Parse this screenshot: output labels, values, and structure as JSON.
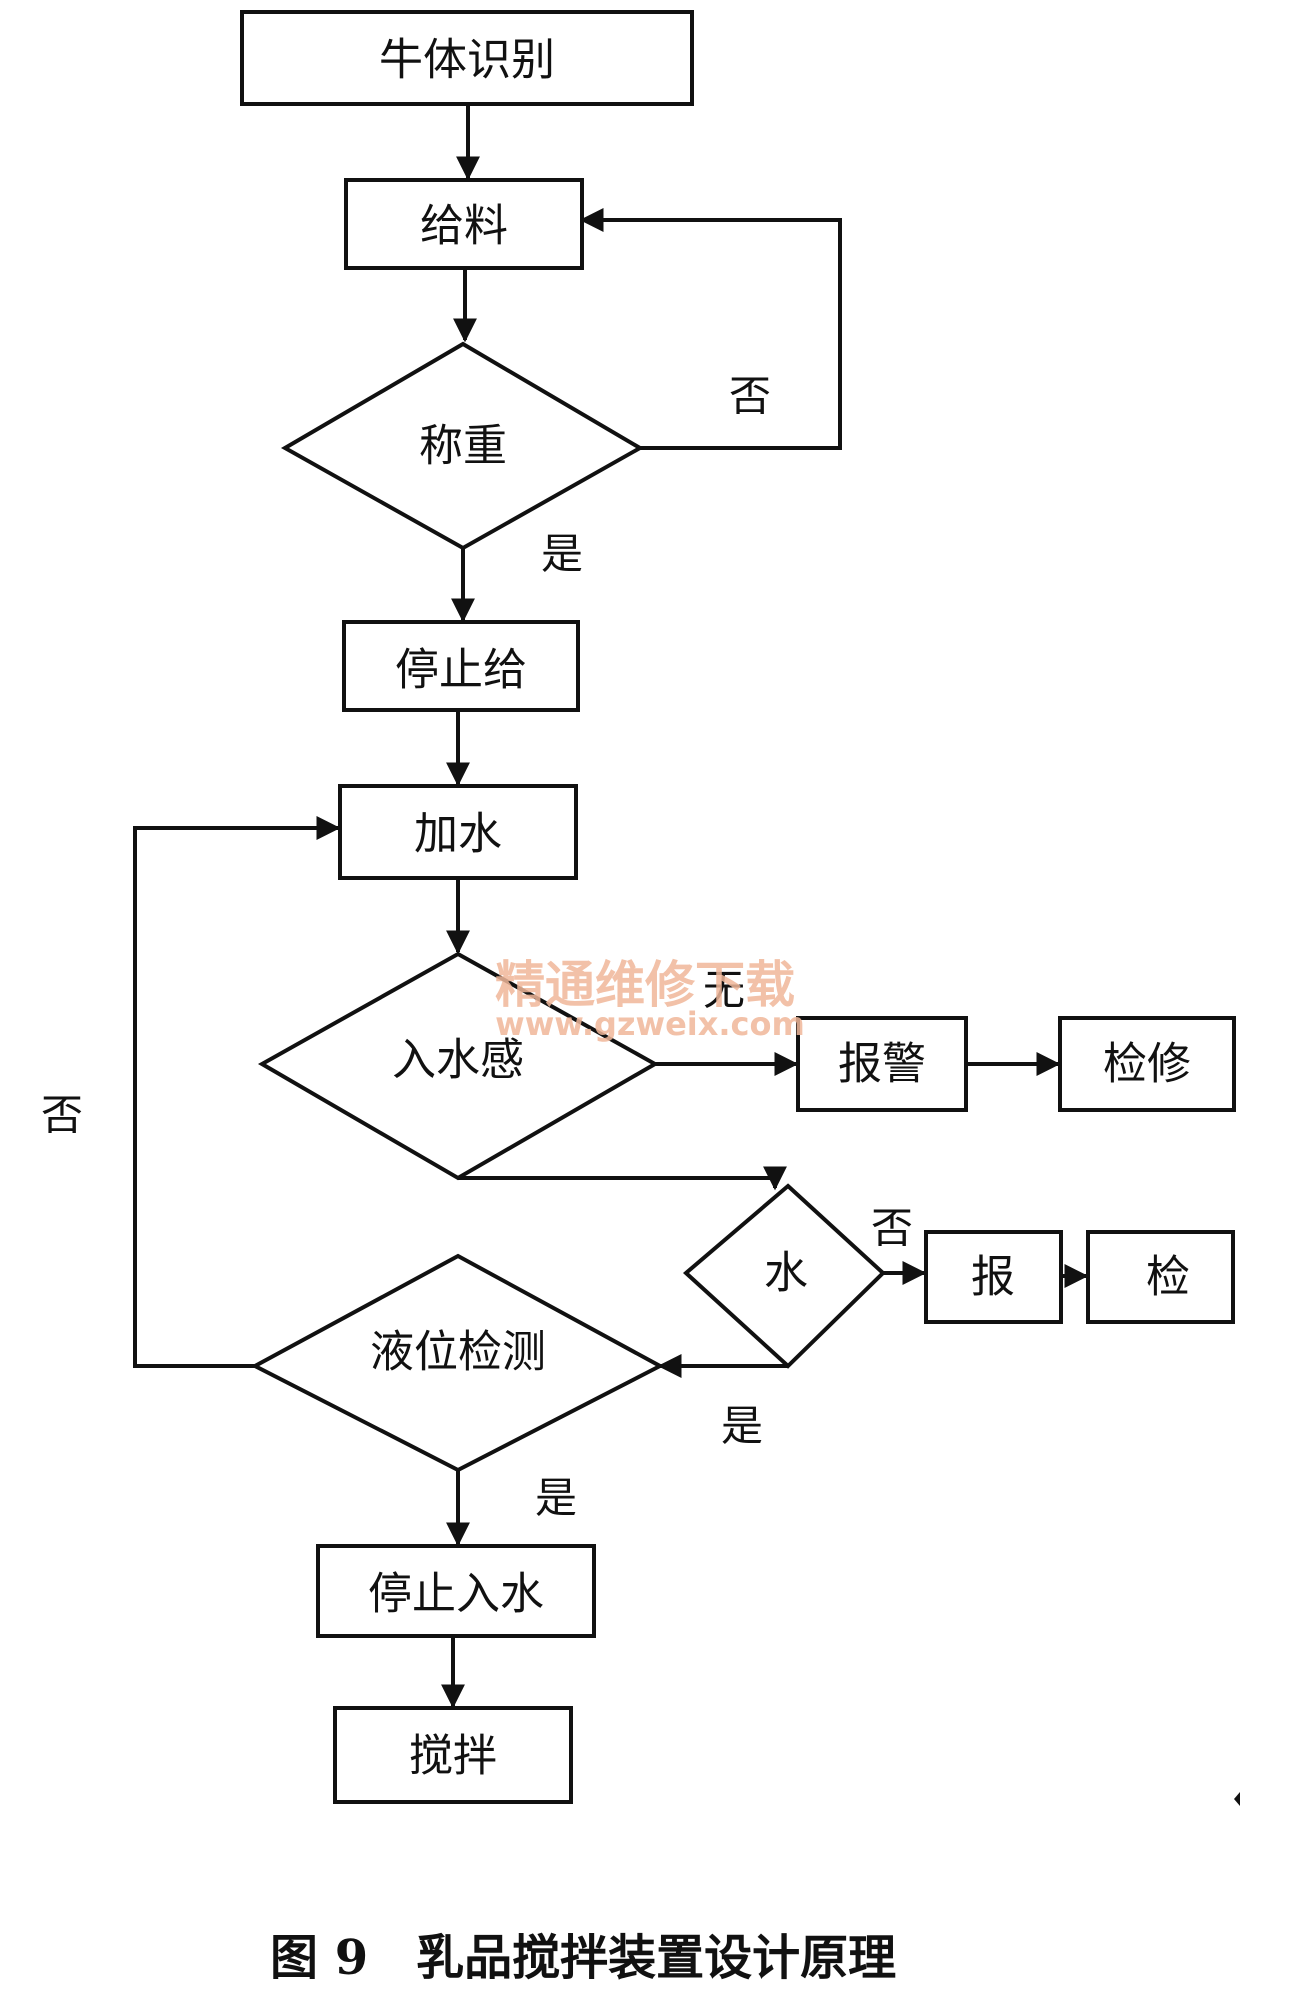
{
  "nodes": {
    "cow_identify": "牛体识别",
    "feed": "给料",
    "weigh": "称重",
    "stop_feed": "停止给",
    "add_water": "加水",
    "water_sense": "入水感",
    "alarm": "报警",
    "repair": "检修",
    "water_check": "水",
    "alarm2": "报",
    "repair2": "检",
    "level_detect": "液位检测",
    "stop_water": "停止入水",
    "stir": "搅拌"
  },
  "edges": {
    "weigh_no": "否",
    "weigh_yes": "是",
    "level_no": "否",
    "sense_none": "无",
    "water_no": "否",
    "water_yes": "是",
    "level_yes": "是"
  },
  "watermark": {
    "cn": "精通维修下载",
    "url": "www.gzweix.com"
  },
  "caption": "图 9　乳品搅拌装置设计原理",
  "colors": {
    "line": "#111111",
    "watermark": "#f0b79a"
  }
}
